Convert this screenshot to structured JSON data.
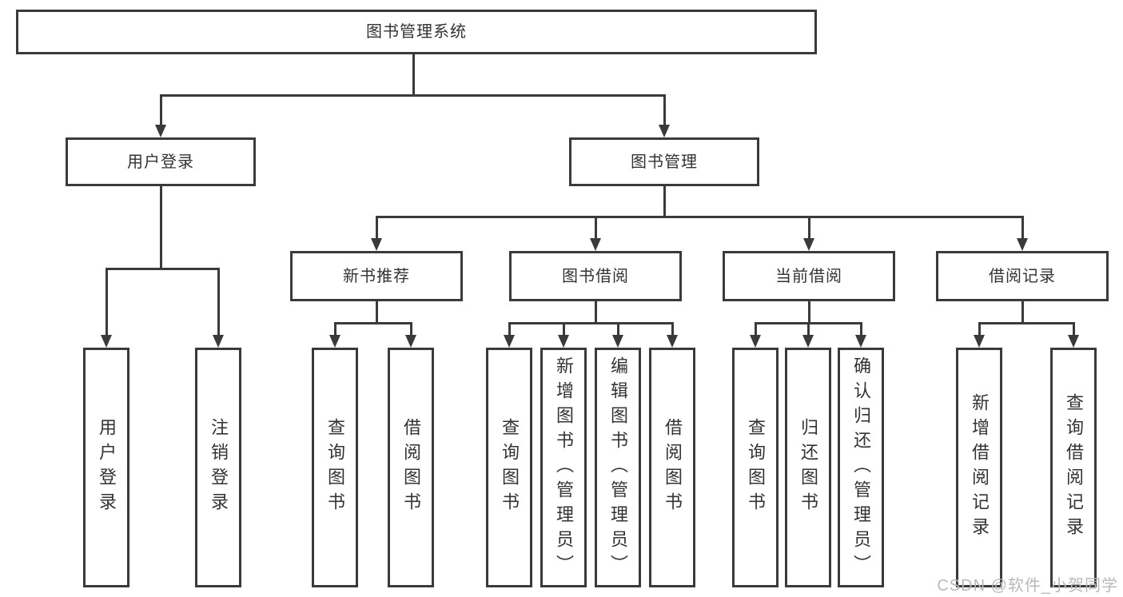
{
  "colors": {
    "line": "#3a3a3a",
    "text": "#333333",
    "background": "#ffffff",
    "watermark": "#b9b9b9"
  },
  "watermark": {
    "text": "CSDN @软件_小贺同学"
  },
  "tree": {
    "root": {
      "label": "图书管理系统",
      "children": [
        {
          "label": "用户登录",
          "children": [
            {
              "label": "用户登录"
            },
            {
              "label": "注销登录"
            }
          ]
        },
        {
          "label": "图书管理",
          "children": [
            {
              "label": "新书推荐",
              "children": [
                {
                  "label": "查询图书"
                },
                {
                  "label": "借阅图书"
                }
              ]
            },
            {
              "label": "图书借阅",
              "children": [
                {
                  "label": "查询图书"
                },
                {
                  "label": "新增图书（管理员）"
                },
                {
                  "label": "编辑图书（管理员）"
                },
                {
                  "label": "借阅图书"
                }
              ]
            },
            {
              "label": "当前借阅",
              "children": [
                {
                  "label": "查询图书"
                },
                {
                  "label": "归还图书"
                },
                {
                  "label": "确认归还（管理员）"
                }
              ]
            },
            {
              "label": "借阅记录",
              "children": [
                {
                  "label": "新增借阅记录"
                },
                {
                  "label": "查询借阅记录"
                }
              ]
            }
          ]
        }
      ]
    }
  }
}
